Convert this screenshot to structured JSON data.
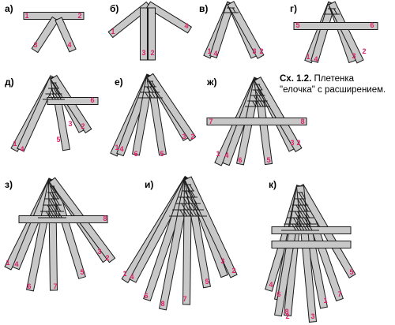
{
  "caption": {
    "figure_ref": "Сх. 1.2.",
    "text_line1": "Плетенка",
    "text_line2": "\"елочка\" с расширением."
  },
  "style": {
    "strip_fill": "#c8c8c8",
    "strip_stroke": "#1a1a1a",
    "number_color": "#e0206a",
    "step_label_color": "#000000"
  },
  "steps": [
    {
      "label": "а)",
      "strip_numbers": [
        "1",
        "2",
        "3",
        "4"
      ]
    },
    {
      "label": "б)",
      "strip_numbers": [
        "1",
        "3",
        "2",
        "4"
      ]
    },
    {
      "label": "в)",
      "strip_numbers": [
        "1",
        "4",
        "3",
        "2"
      ]
    },
    {
      "label": "г)",
      "strip_numbers": [
        "5",
        "6",
        "1",
        "4",
        "3",
        "2"
      ]
    },
    {
      "label": "д)",
      "strip_numbers": [
        "6",
        "1",
        "4",
        "5",
        "3",
        "2"
      ]
    },
    {
      "label": "е)",
      "strip_numbers": [
        "1",
        "4",
        "6",
        "5",
        "3",
        "2"
      ]
    },
    {
      "label": "ж)",
      "strip_numbers": [
        "7",
        "8",
        "1",
        "4",
        "6",
        "5",
        "3",
        "2"
      ]
    },
    {
      "label": "з)",
      "strip_numbers": [
        "8",
        "1",
        "4",
        "6",
        "7",
        "5",
        "3",
        "2"
      ]
    },
    {
      "label": "и)",
      "strip_numbers": [
        "1",
        "4",
        "6",
        "8",
        "7",
        "5",
        "3",
        "2"
      ]
    },
    {
      "label": "к)",
      "strip_numbers": [
        "4",
        "6",
        "8",
        "2",
        "1",
        "7",
        "5",
        "3"
      ]
    }
  ]
}
